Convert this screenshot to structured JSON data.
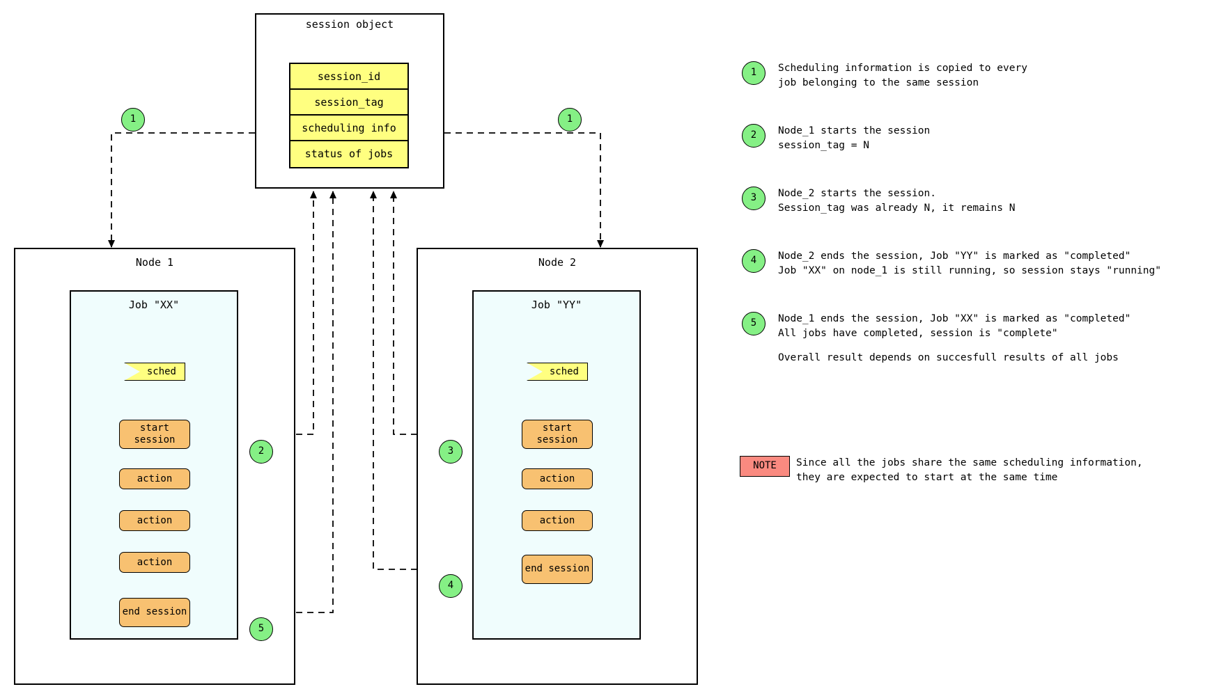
{
  "session_object": {
    "title": "session object",
    "fields": [
      "session_id",
      "session_tag",
      "scheduling info",
      "status of jobs"
    ]
  },
  "nodes": [
    {
      "title": "Node 1",
      "job_title": "Job \"XX\"",
      "steps": [
        {
          "type": "sched",
          "label": "sched"
        },
        {
          "type": "action",
          "label": "start\nsession"
        },
        {
          "type": "action",
          "label": "action"
        },
        {
          "type": "action",
          "label": "action"
        },
        {
          "type": "action",
          "label": "action"
        },
        {
          "type": "action",
          "label": "end\nsession"
        }
      ]
    },
    {
      "title": "Node 2",
      "job_title": "Job \"YY\"",
      "steps": [
        {
          "type": "sched",
          "label": "sched"
        },
        {
          "type": "action",
          "label": "start\nsession"
        },
        {
          "type": "action",
          "label": "action"
        },
        {
          "type": "action",
          "label": "action"
        },
        {
          "type": "action",
          "label": "end\nsession"
        }
      ]
    }
  ],
  "diagram_badges": [
    {
      "id": "1",
      "label": "1"
    },
    {
      "id": "1b",
      "label": "1"
    },
    {
      "id": "2",
      "label": "2"
    },
    {
      "id": "3",
      "label": "3"
    },
    {
      "id": "4",
      "label": "4"
    },
    {
      "id": "5",
      "label": "5"
    }
  ],
  "legend": {
    "items": [
      {
        "num": "1",
        "text": "Scheduling information is copied to every\njob belonging to the same session"
      },
      {
        "num": "2",
        "text": "Node_1 starts the session\nsession_tag = N"
      },
      {
        "num": "3",
        "text": "Node_2 starts the session.\nSession_tag was already N, it remains N"
      },
      {
        "num": "4",
        "text": "Node_2 ends the session, Job \"YY\" is marked as \"completed\"\nJob \"XX\" on node_1 is still running, so session stays \"running\""
      },
      {
        "num": "5",
        "text": "Node_1 ends the session, Job \"XX\" is marked as \"completed\"\nAll jobs have completed, session is \"complete\""
      }
    ],
    "overall_result": "Overall result depends on succesfull results of all jobs"
  },
  "note": {
    "tag": "NOTE",
    "text": "Since all the jobs share the same scheduling information,\nthey are expected to start at the same time"
  },
  "colors": {
    "session_field_fill": "#ffff80",
    "action_fill": "#f8c171",
    "badge_fill": "#85f085",
    "job_fill": "#f0fdfd",
    "note_fill": "#fa8a80",
    "stroke": "#000000"
  }
}
